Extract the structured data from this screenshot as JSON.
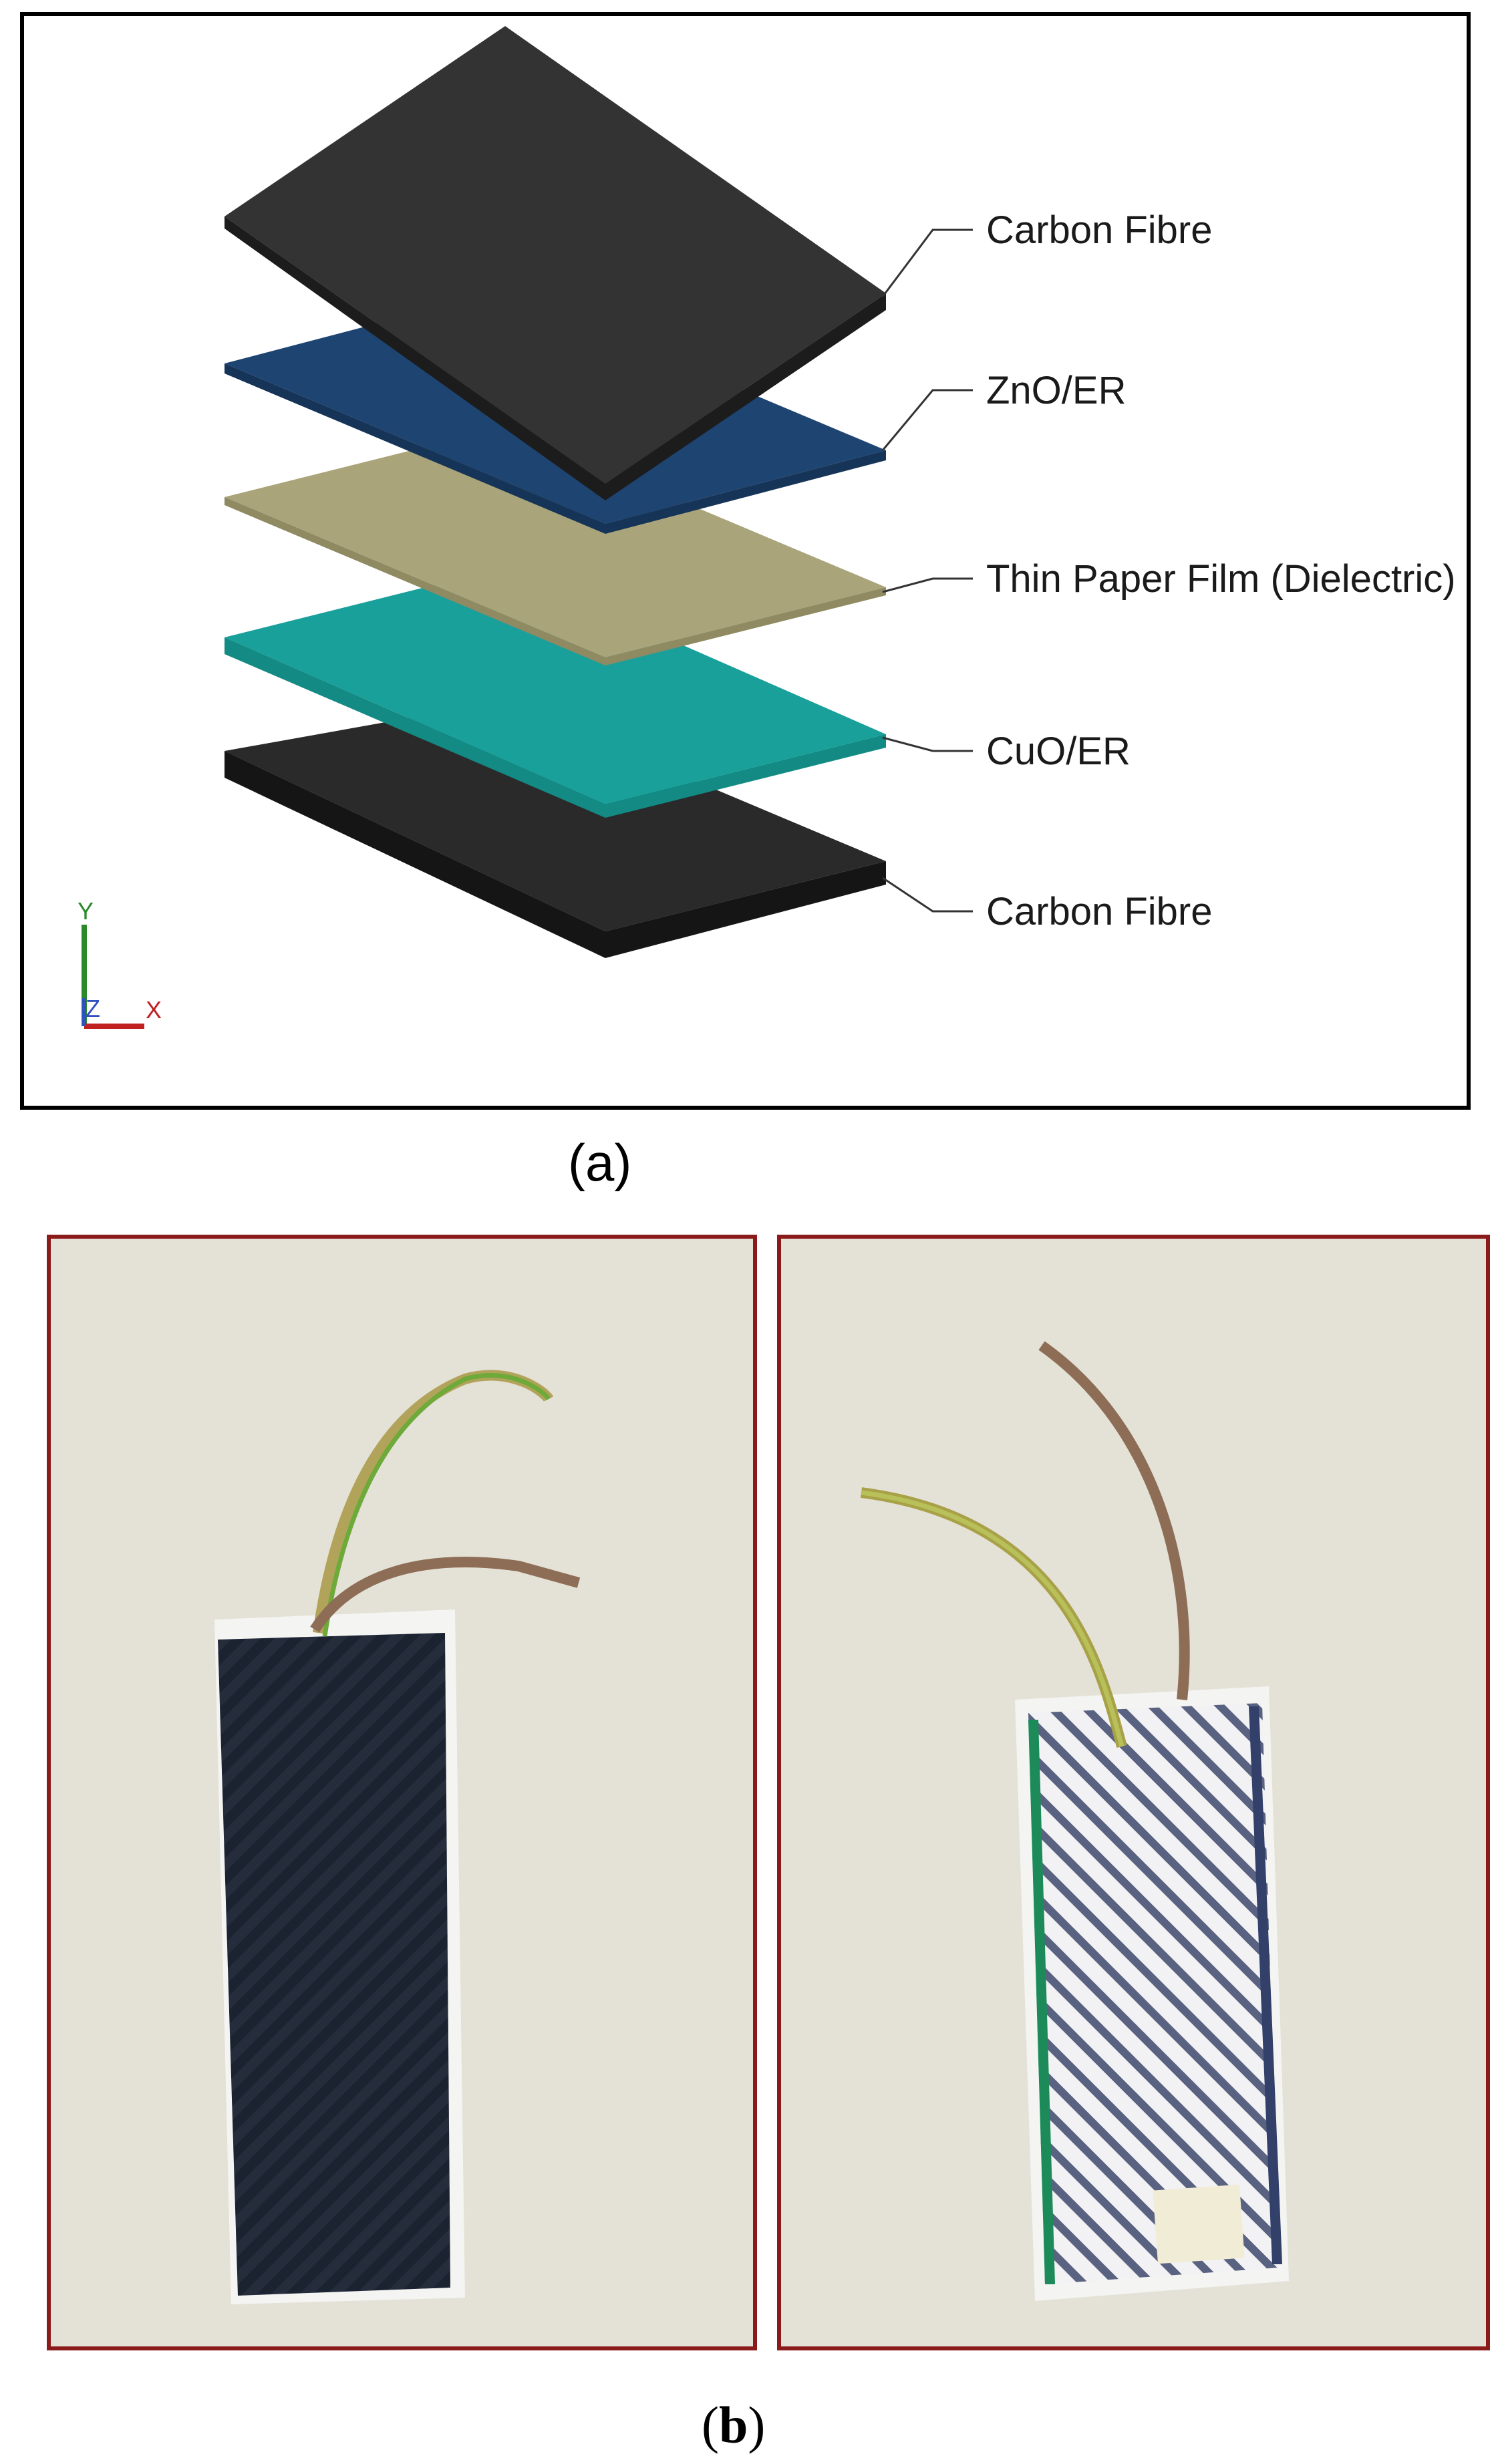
{
  "panel_a": {
    "layers": [
      {
        "label": "Carbon Fibre",
        "color": "#2e2e2e"
      },
      {
        "label": "ZnO/ER",
        "color": "#1e4472"
      },
      {
        "label": "Thin Paper Film (Dielectric)",
        "color": "#a9a47a"
      },
      {
        "label": "CuO/ER",
        "color": "#1aa09a"
      },
      {
        "label": "Carbon Fibre",
        "color": "#2e2e2e"
      }
    ],
    "axes": {
      "y": "Y",
      "z": "Z",
      "x": "X"
    }
  },
  "captions": {
    "a": "(a)",
    "b_open": "(",
    "b_letter": "b",
    "b_close": ")"
  },
  "colors": {
    "photo_border": "#8b1a1a",
    "frame": "#000000"
  }
}
